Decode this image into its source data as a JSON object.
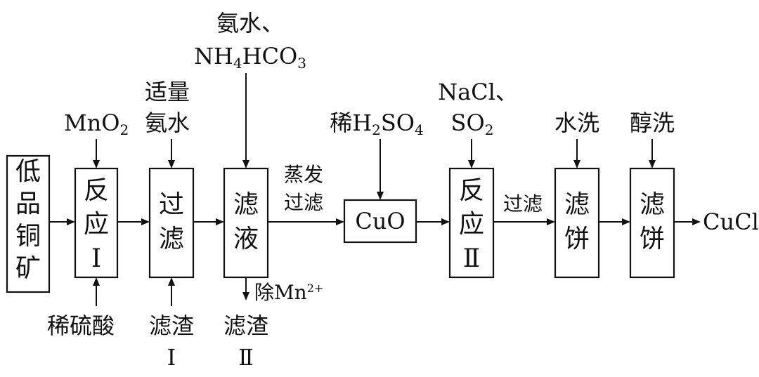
{
  "nodes": {
    "ore": [
      "低",
      "品",
      "铜",
      "矿"
    ],
    "reaction1": [
      "反",
      "应",
      "Ⅰ"
    ],
    "filter": [
      "过",
      "滤"
    ],
    "filtrate": [
      "滤",
      "液"
    ],
    "cuo": "CuO",
    "reaction2": [
      "反",
      "应",
      "Ⅱ"
    ],
    "cake1": [
      "滤",
      "饼"
    ],
    "cake2": [
      "滤",
      "饼"
    ],
    "product": "CuCl"
  },
  "inputs": {
    "mno2": {
      "main": "MnO",
      "sub": "2"
    },
    "dilute_h2so4_bottom": "稀硫酸",
    "ammonia_top": [
      "适量",
      "氨水"
    ],
    "residue1": [
      "滤渣",
      "Ⅰ"
    ],
    "ammonia_nh4hco3": {
      "line1": "氨水、",
      "nh": "NH",
      "nh_sub": "4",
      "hco": "HCO",
      "hco_sub": "3"
    },
    "remove_mn": {
      "main": "除Mn",
      "sup": "2+"
    },
    "residue2": [
      "滤渣",
      "Ⅱ"
    ],
    "dilute_h2so4": {
      "pre": "稀H",
      "sub1": "2",
      "mid": "SO",
      "sub2": "4"
    },
    "nacl_so2": {
      "line1": "NaCl、",
      "so": "SO",
      "so_sub": "2"
    },
    "water_wash": "水洗",
    "alcohol_wash": "醇洗"
  },
  "edge_labels": {
    "evaporate_filter": [
      "蒸发",
      "过滤"
    ],
    "filter2": "过滤"
  }
}
